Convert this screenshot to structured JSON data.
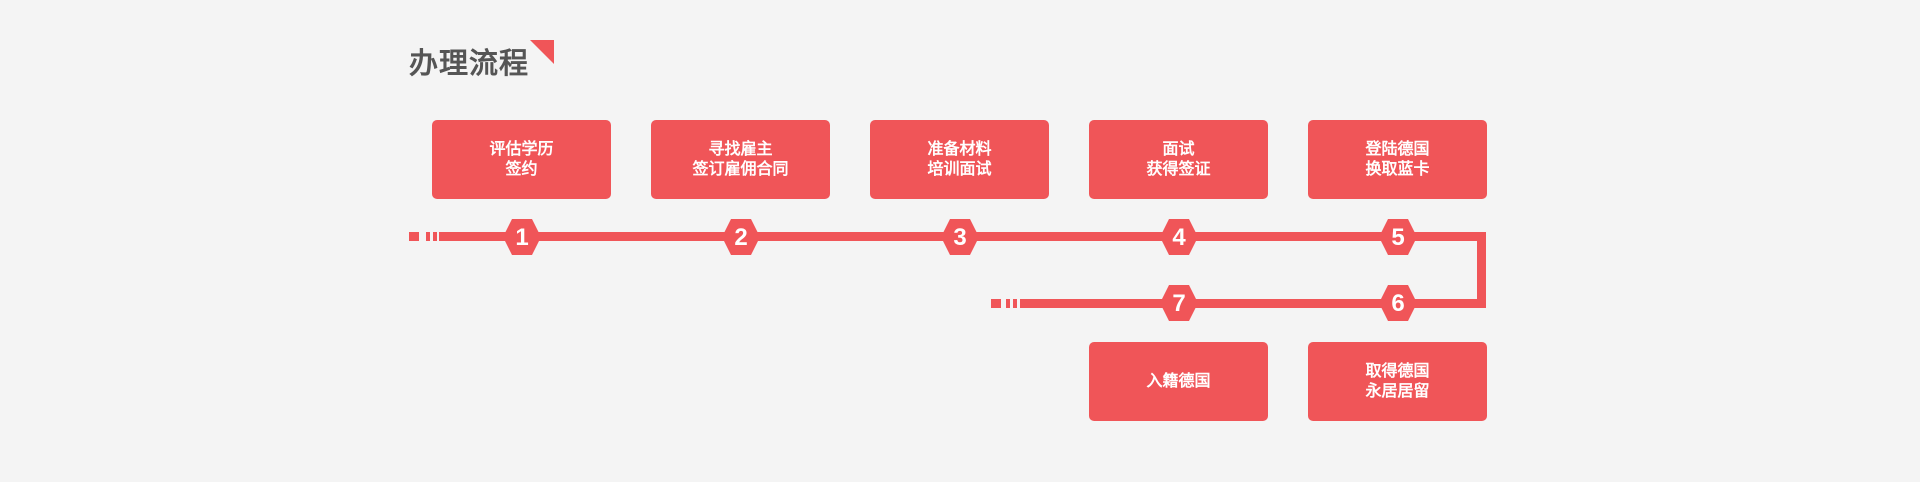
{
  "page_title": "办理流程",
  "colors": {
    "accent": "#f05558",
    "background": "#f4f4f4",
    "title": "#555555",
    "text_on_accent": "#ffffff"
  },
  "steps": [
    {
      "number": "1",
      "line1": "评估学历",
      "line2": "签约"
    },
    {
      "number": "2",
      "line1": "寻找雇主",
      "line2": "签订雇佣合同"
    },
    {
      "number": "3",
      "line1": "准备材料",
      "line2": "培训面试"
    },
    {
      "number": "4",
      "line1": "面试",
      "line2": "获得签证"
    },
    {
      "number": "5",
      "line1": "登陆德国",
      "line2": "换取蓝卡"
    },
    {
      "number": "6",
      "line1": "取得德国",
      "line2": "永居居留"
    },
    {
      "number": "7",
      "line1": "入籍德国",
      "line2": ""
    }
  ]
}
